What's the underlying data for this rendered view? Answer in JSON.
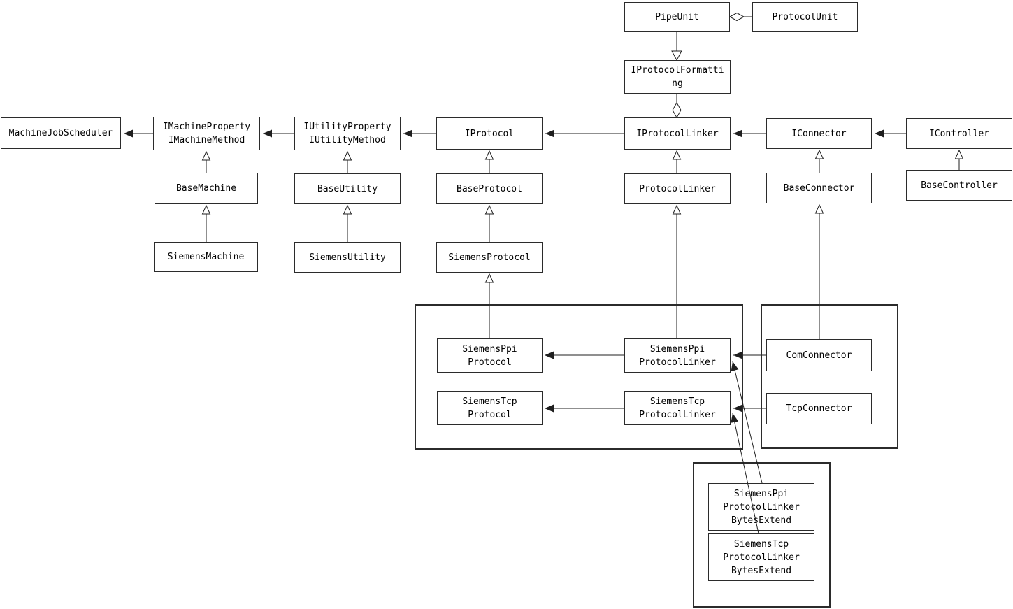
{
  "diagram": {
    "kind": "uml-class-diagram",
    "colors": {
      "background": "#ffffff",
      "line": "#1f1f1f",
      "box_border": "#2b2b2b",
      "text": "#000000"
    },
    "nodes": {
      "pipe_unit": {
        "label": "PipeUnit"
      },
      "protocol_unit": {
        "label": "ProtocolUnit"
      },
      "iprotocol_formatting": {
        "label": "IProtocolFormatti\nng"
      },
      "machine_job_scheduler": {
        "label": "MachineJobScheduler"
      },
      "imachine": {
        "label": "IMachineProperty\nIMachineMethod"
      },
      "iutility": {
        "label": "IUtilityProperty\nIUtilityMethod"
      },
      "iprotocol": {
        "label": "IProtocol"
      },
      "iprotocol_linker": {
        "label": "IProtocolLinker"
      },
      "iconnector": {
        "label": "IConnector"
      },
      "icontroller": {
        "label": "IController"
      },
      "base_machine": {
        "label": "BaseMachine"
      },
      "base_utility": {
        "label": "BaseUtility"
      },
      "base_protocol": {
        "label": "BaseProtocol"
      },
      "protocol_linker": {
        "label": "ProtocolLinker"
      },
      "base_connector": {
        "label": "BaseConnector"
      },
      "base_controller": {
        "label": "BaseController"
      },
      "siemens_machine": {
        "label": "SiemensMachine"
      },
      "siemens_utility": {
        "label": "SiemensUtility"
      },
      "siemens_protocol": {
        "label": "SiemensProtocol"
      },
      "siemens_ppi_protocol": {
        "label": "SiemensPpi\nProtocol"
      },
      "siemens_tcp_protocol": {
        "label": "SiemensTcp\nProtocol"
      },
      "siemens_ppi_protocol_linker": {
        "label": "SiemensPpi\nProtocolLinker"
      },
      "siemens_tcp_protocol_linker": {
        "label": "SiemensTcp\nProtocolLinker"
      },
      "com_connector": {
        "label": "ComConnector"
      },
      "tcp_connector": {
        "label": "TcpConnector"
      },
      "siemens_ppi_protocol_linker_bytes_extend": {
        "label": "SiemensPpi\nProtocolLinker\nBytesExtend"
      },
      "siemens_tcp_protocol_linker_bytes_extend": {
        "label": "SiemensTcp\nProtocolLinker\nBytesExtend"
      }
    },
    "edges": [
      {
        "from": "PipeUnit",
        "to": "ProtocolUnit",
        "type": "aggregation-diamond"
      },
      {
        "from": "PipeUnit",
        "to": "IProtocolFormatting",
        "type": "hollow-triangle-down"
      },
      {
        "from": "IProtocolFormatting",
        "to": "IProtocolLinker",
        "type": "aggregation-diamond"
      },
      {
        "from": "IMachineProperty IMachineMethod",
        "to": "MachineJobScheduler",
        "type": "filled-arrow"
      },
      {
        "from": "IUtilityProperty IUtilityMethod",
        "to": "IMachineProperty IMachineMethod",
        "type": "filled-arrow"
      },
      {
        "from": "IProtocol",
        "to": "IUtilityProperty IUtilityMethod",
        "type": "filled-arrow"
      },
      {
        "from": "IProtocolLinker",
        "to": "IProtocol",
        "type": "filled-arrow"
      },
      {
        "from": "IConnector",
        "to": "IProtocolLinker",
        "type": "filled-arrow"
      },
      {
        "from": "IController",
        "to": "IConnector",
        "type": "filled-arrow"
      },
      {
        "from": "BaseMachine",
        "to": "IMachineProperty IMachineMethod",
        "type": "generalization"
      },
      {
        "from": "BaseUtility",
        "to": "IUtilityProperty IUtilityMethod",
        "type": "generalization"
      },
      {
        "from": "BaseProtocol",
        "to": "IProtocol",
        "type": "generalization"
      },
      {
        "from": "ProtocolLinker",
        "to": "IProtocolLinker",
        "type": "generalization"
      },
      {
        "from": "BaseConnector",
        "to": "IConnector",
        "type": "generalization"
      },
      {
        "from": "BaseController",
        "to": "IController",
        "type": "generalization"
      },
      {
        "from": "SiemensMachine",
        "to": "BaseMachine",
        "type": "generalization"
      },
      {
        "from": "SiemensUtility",
        "to": "BaseUtility",
        "type": "generalization"
      },
      {
        "from": "SiemensProtocol",
        "to": "BaseProtocol",
        "type": "generalization"
      },
      {
        "from": "SiemensPpiProtocol",
        "to": "SiemensProtocol",
        "type": "generalization"
      },
      {
        "from": "SiemensPpiProtocolLinker",
        "to": "ProtocolLinker",
        "type": "generalization"
      },
      {
        "from": "ComConnector",
        "to": "BaseConnector",
        "type": "generalization"
      },
      {
        "from": "SiemensPpiProtocolLinker",
        "to": "SiemensPpiProtocol",
        "type": "filled-arrow"
      },
      {
        "from": "SiemensTcpProtocolLinker",
        "to": "SiemensTcpProtocol",
        "type": "filled-arrow"
      },
      {
        "from": "ComConnector",
        "to": "SiemensPpiProtocolLinker",
        "type": "filled-arrow"
      },
      {
        "from": "TcpConnector",
        "to": "SiemensTcpProtocolLinker",
        "type": "filled-arrow"
      },
      {
        "from": "SiemensPpiProtocolLinkerBytesExtend",
        "to": "SiemensPpiProtocolLinker",
        "type": "filled-arrow"
      },
      {
        "from": "SiemensTcpProtocolLinkerBytesExtend",
        "to": "SiemensTcpProtocolLinker",
        "type": "filled-arrow"
      }
    ]
  }
}
